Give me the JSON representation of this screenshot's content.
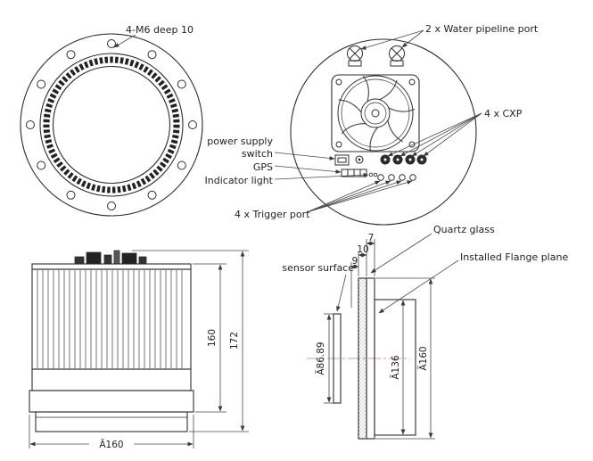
{
  "drawing": {
    "front_view": {
      "m6_label": "4-M6 deep 10"
    },
    "rear_view": {
      "water_label": "2 x Water pipeline port",
      "cxp_label": "4 x CXP",
      "power_label_line1": "power supply",
      "power_label_line2": "switch",
      "gps_label": "GPS",
      "indicator_label": "Indicator light",
      "trigger_label": "4 x Trigger port"
    },
    "side_view": {
      "dim_160": "160",
      "dim_172": "172",
      "dim_dia160": "Ä160"
    },
    "section_view": {
      "sensor_label": "sensor surface",
      "quartz_label": "Quartz glass",
      "flange_label": "Installed Flange plane",
      "dim_7": "7",
      "dim_10": "10",
      "dim_9": "9",
      "dim_dia8689": "Ä86.89",
      "dim_dia136": "Ä136",
      "dim_dia160": "Ä160"
    }
  },
  "colors": {
    "line": "#2e2e2e",
    "dim": "#4a4a4a",
    "centerline": "#d89aac"
  }
}
